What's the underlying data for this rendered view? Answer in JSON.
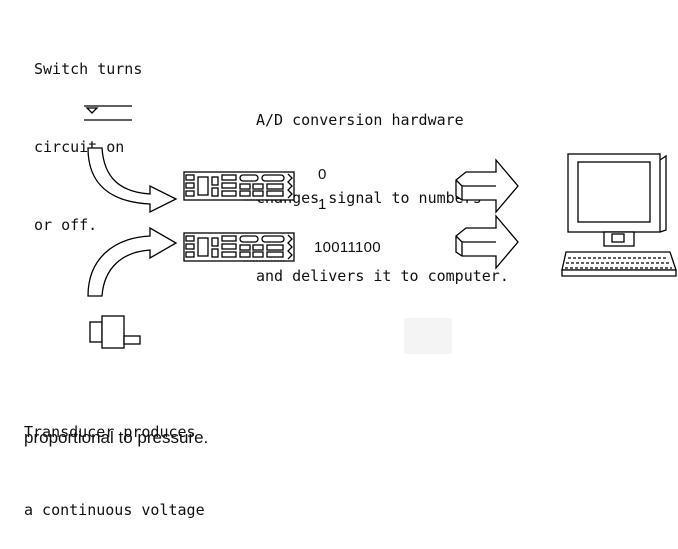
{
  "switch_caption": [
    "Switch turns",
    "circuit on",
    "or off."
  ],
  "ad_caption": [
    "A/D conversion hardware",
    "changes signal to numbers",
    "and delivers it to computer."
  ],
  "switch_bits": [
    "0",
    "1"
  ],
  "transducer_bits": "10011100",
  "transducer_caption": [
    "Transducer produces",
    "a continuous voltage"
  ],
  "transducer_caption_last": "proportional to pressure."
}
